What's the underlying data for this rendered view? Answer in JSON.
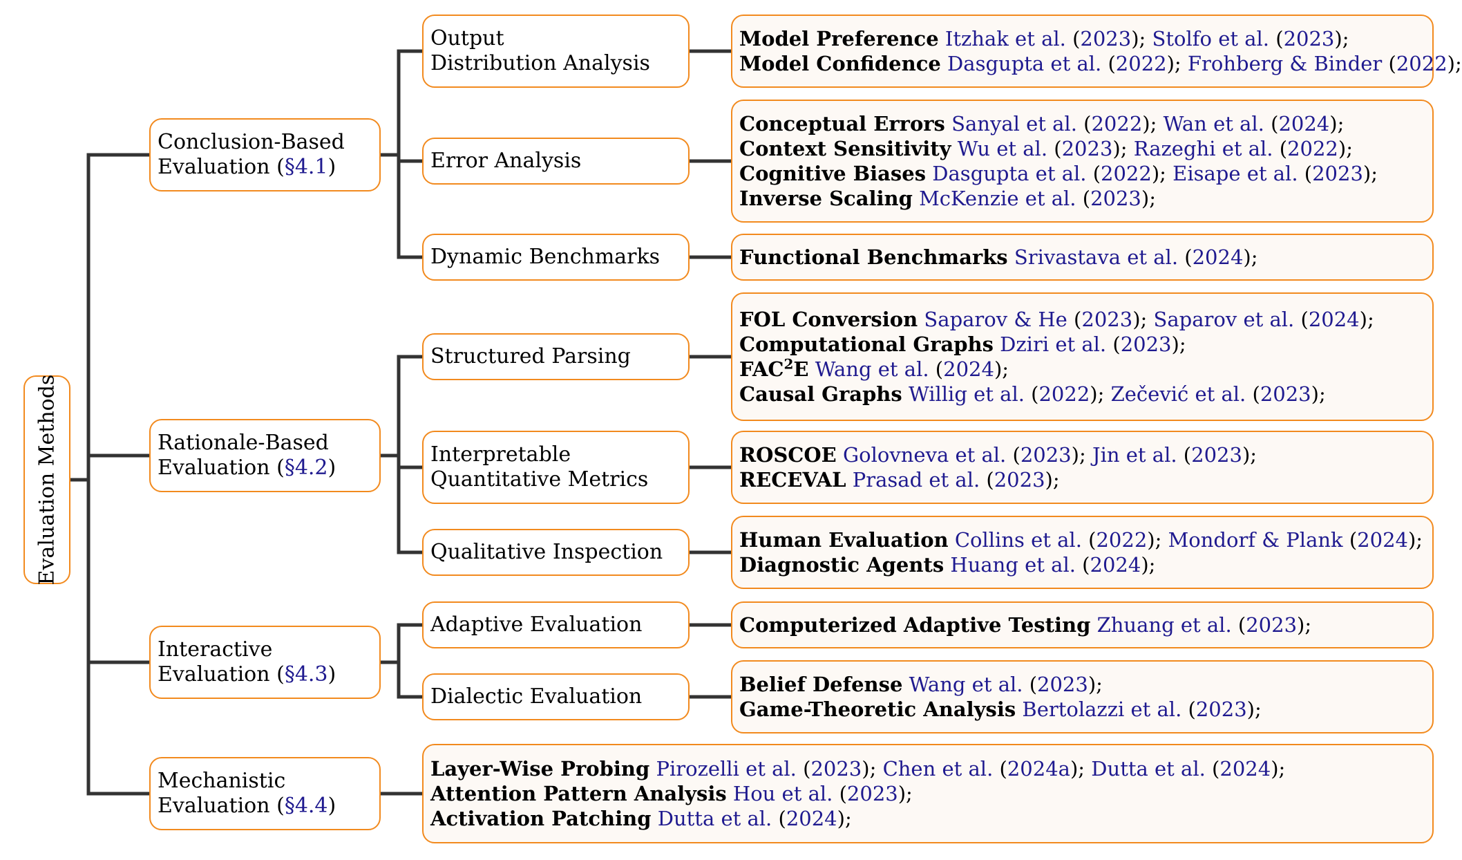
{
  "root_label": "Evaluation Methods",
  "colors": {
    "border": "#f28a1e",
    "citation": "#1f1a8f",
    "line": "#333333",
    "leaf_bg": "#fdf9f5"
  },
  "categories": [
    {
      "line1": "Conclusion-Based",
      "line2_text": "Evaluation (",
      "section": "§4.1",
      "close": ")"
    },
    {
      "line1": "Rationale-Based",
      "line2_text": "Evaluation (",
      "section": "§4.2",
      "close": ")"
    },
    {
      "line1": "Interactive",
      "line2_text": "Evaluation (",
      "section": "§4.3",
      "close": ")"
    },
    {
      "line1": "Mechanistic",
      "line2_text": "Evaluation (",
      "section": "§4.4",
      "close": ")"
    }
  ],
  "subcategories": [
    {
      "line1": "Output",
      "line2": "Distribution Analysis"
    },
    {
      "line1": "Error Analysis",
      "line2": ""
    },
    {
      "line1": "Dynamic Benchmarks",
      "line2": ""
    },
    {
      "line1": "Structured Parsing",
      "line2": ""
    },
    {
      "line1": "Interpretable",
      "line2": "Quantitative Metrics"
    },
    {
      "line1": "Qualitative Inspection",
      "line2": ""
    },
    {
      "line1": "Adaptive Evaluation",
      "line2": ""
    },
    {
      "line1": "Dialectic Evaluation",
      "line2": ""
    }
  ],
  "leaves": [
    {
      "lines": [
        {
          "term": "Model Preference",
          "refs": [
            {
              "author": "Itzhak et al.",
              "year": "2023"
            },
            {
              "author": "Stolfo et al.",
              "year": "2023"
            }
          ]
        },
        {
          "term": "Model Confidence",
          "refs": [
            {
              "author": "Dasgupta et al.",
              "year": "2022"
            },
            {
              "author": "Frohberg & Binder",
              "year": "2022"
            }
          ]
        }
      ]
    },
    {
      "lines": [
        {
          "term": "Conceptual Errors",
          "refs": [
            {
              "author": "Sanyal et al.",
              "year": "2022"
            },
            {
              "author": "Wan et al.",
              "year": "2024"
            }
          ]
        },
        {
          "term": "Context Sensitivity",
          "refs": [
            {
              "author": "Wu et al.",
              "year": "2023"
            },
            {
              "author": "Razeghi et al.",
              "year": "2022"
            }
          ]
        },
        {
          "term": "Cognitive Biases",
          "refs": [
            {
              "author": "Dasgupta et al.",
              "year": "2022"
            },
            {
              "author": "Eisape et al.",
              "year": "2023"
            }
          ]
        },
        {
          "term": "Inverse Scaling",
          "refs": [
            {
              "author": "McKenzie et al.",
              "year": "2023"
            }
          ]
        }
      ]
    },
    {
      "lines": [
        {
          "term": "Functional Benchmarks",
          "refs": [
            {
              "author": "Srivastava et al.",
              "year": "2024"
            }
          ]
        }
      ]
    },
    {
      "lines": [
        {
          "term": "FOL Conversion",
          "refs": [
            {
              "author": "Saparov & He",
              "year": "2023"
            },
            {
              "author": "Saparov et al.",
              "year": "2024"
            }
          ]
        },
        {
          "term": "Computational Graphs",
          "refs": [
            {
              "author": "Dziri et al.",
              "year": "2023"
            }
          ]
        },
        {
          "term": "FAC",
          "sup": "2",
          "term_suffix": "E",
          "refs": [
            {
              "author": "Wang et al.",
              "year": "2024"
            }
          ]
        },
        {
          "term": "Causal Graphs",
          "refs": [
            {
              "author": "Willig et al.",
              "year": "2022"
            },
            {
              "author": "Zečević et al.",
              "year": "2023"
            }
          ]
        }
      ]
    },
    {
      "lines": [
        {
          "term": "ROSCOE",
          "refs": [
            {
              "author": "Golovneva et al.",
              "year": "2023"
            },
            {
              "author": "Jin et al.",
              "year": "2023"
            }
          ]
        },
        {
          "term": "RECEVAL",
          "refs": [
            {
              "author": "Prasad et al.",
              "year": "2023"
            }
          ]
        }
      ]
    },
    {
      "lines": [
        {
          "term": "Human Evaluation",
          "refs": [
            {
              "author": "Collins et al.",
              "year": "2022"
            },
            {
              "author": "Mondorf & Plank",
              "year": "2024"
            }
          ]
        },
        {
          "term": "Diagnostic Agents",
          "refs": [
            {
              "author": "Huang et al.",
              "year": "2024"
            }
          ]
        }
      ]
    },
    {
      "lines": [
        {
          "term": "Computerized Adaptive Testing",
          "refs": [
            {
              "author": "Zhuang et al.",
              "year": "2023"
            }
          ]
        }
      ]
    },
    {
      "lines": [
        {
          "term": "Belief Defense",
          "refs": [
            {
              "author": "Wang et al.",
              "year": "2023"
            }
          ]
        },
        {
          "term": "Game-Theoretic Analysis",
          "refs": [
            {
              "author": "Bertolazzi et al.",
              "year": "2023"
            }
          ]
        }
      ]
    },
    {
      "lines": [
        {
          "term": "Layer-Wise Probing",
          "refs": [
            {
              "author": "Pirozelli et al.",
              "year": "2023"
            },
            {
              "author": "Chen et al.",
              "year": "2024a"
            },
            {
              "author": "Dutta et al.",
              "year": "2024"
            }
          ]
        },
        {
          "term": "Attention Pattern Analysis",
          "refs": [
            {
              "author": "Hou et al.",
              "year": "2023"
            }
          ]
        },
        {
          "term": "Activation Patching",
          "refs": [
            {
              "author": "Dutta et al.",
              "year": "2024"
            }
          ]
        }
      ]
    }
  ]
}
